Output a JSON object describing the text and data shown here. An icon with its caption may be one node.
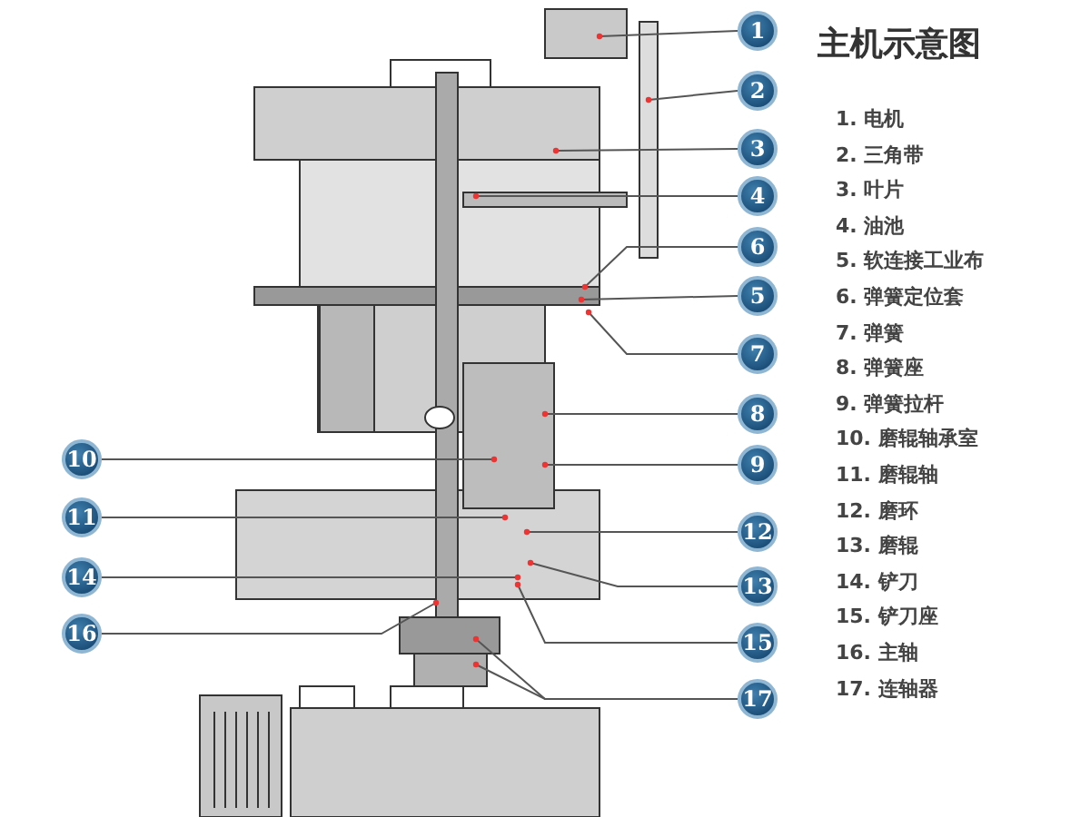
{
  "diagram": {
    "title": "主机示意图",
    "nodes": [
      {
        "text": [
          "1"
        ]
      },
      {
        "text": [
          "2"
        ]
      },
      {
        "text": [
          "3"
        ]
      },
      {
        "text": [
          "4"
        ]
      },
      {
        "text": [
          "6"
        ]
      },
      {
        "text": [
          "5"
        ]
      },
      {
        "text": [
          "7"
        ]
      },
      {
        "text": [
          "8"
        ]
      },
      {
        "text": [
          "10"
        ]
      },
      {
        "text": [
          "9"
        ]
      },
      {
        "text": [
          "11"
        ]
      },
      {
        "text": [
          "12"
        ]
      },
      {
        "text": [
          "14"
        ]
      },
      {
        "text": [
          "13"
        ]
      },
      {
        "text": [
          "16"
        ]
      },
      {
        "text": [
          "15"
        ]
      },
      {
        "text": [
          "17"
        ]
      }
    ],
    "edges": [
      {
        "from": 0,
        "to": null,
        "arrow": "none"
      },
      {
        "from": 1,
        "to": null,
        "arrow": "none"
      },
      {
        "from": 2,
        "to": null,
        "arrow": "none"
      },
      {
        "from": 3,
        "to": null,
        "arrow": "none"
      },
      {
        "from": 4,
        "to": null,
        "arrow": "none"
      },
      {
        "from": 5,
        "to": null,
        "arrow": "none"
      },
      {
        "from": 6,
        "to": null,
        "arrow": "none"
      },
      {
        "from": 7,
        "to": null,
        "arrow": "none"
      },
      {
        "from": 8,
        "to": null,
        "arrow": "none"
      },
      {
        "from": 9,
        "to": null,
        "arrow": "none"
      },
      {
        "from": 10,
        "to": null,
        "arrow": "none"
      },
      {
        "from": 11,
        "to": null,
        "arrow": "none"
      },
      {
        "from": 12,
        "to": null,
        "arrow": "none"
      },
      {
        "from": 13,
        "to": null,
        "arrow": "none"
      },
      {
        "from": 14,
        "to": null,
        "arrow": "none"
      },
      {
        "from": 15,
        "to": null,
        "arrow": "none"
      },
      {
        "from": 16,
        "to": null,
        "arrow": "none"
      },
      {
        "from": 16,
        "to": null,
        "arrow": "none"
      }
    ],
    "labels": [
      "1. 电机",
      "2. 三角带",
      "3. 叶片",
      "4. 油池",
      "5. 软连接工业布",
      "6. 弹簧定位套",
      "7. 弹簧",
      "8. 弹簧座",
      "9. 弹簧拉杆",
      "10. 磨辊轴承室",
      "11. 磨辊轴",
      "12. 磨环",
      "13. 磨辊",
      "14. 铲刀",
      "15. 铲刀座",
      "16. 主轴",
      "17. 连轴器"
    ]
  }
}
